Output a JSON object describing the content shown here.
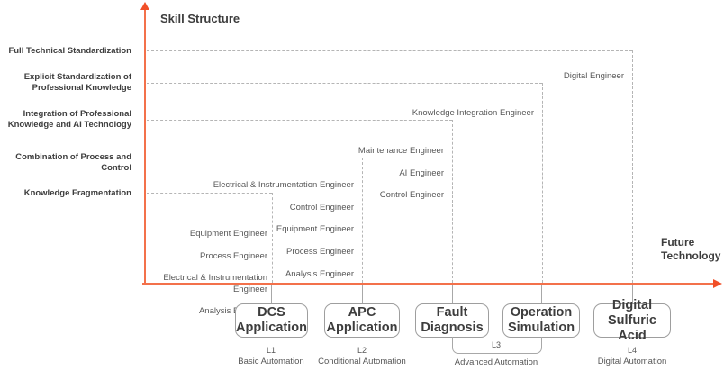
{
  "diagram": {
    "y_axis_title": "Skill Structure",
    "x_axis_title": "Future\nTechnology",
    "skill_levels": [
      {
        "label": "Full Technical Standardization"
      },
      {
        "label": "Explicit Standardization of\nProfessional Knowledge"
      },
      {
        "label": "Integration of Professional\nKnowledge and AI Technology"
      },
      {
        "label": "Combination of Process and Control"
      },
      {
        "label": "Knowledge Fragmentation"
      }
    ],
    "engineer_groups": {
      "dcs": {
        "items": [
          "Equipment Engineer",
          "Process Engineer",
          "Electrical & Instrumentation\nEngineer",
          "Analysis Engineer"
        ]
      },
      "apc": {
        "items": [
          "Electrical & Instrumentation Engineer",
          "Control Engineer",
          "Equipment Engineer",
          "Process Engineer",
          "Analysis Engineer"
        ]
      },
      "fault_diagnosis": {
        "items": [
          "Maintenance Engineer",
          "AI Engineer",
          "Control Engineer"
        ]
      },
      "operation_simulation": {
        "items": [
          "Knowledge Integration Engineer"
        ]
      },
      "digital": {
        "items": [
          "Digital Engineer"
        ]
      }
    },
    "application_boxes": [
      {
        "label": "DCS\nApplication"
      },
      {
        "label": "APC\nApplication"
      },
      {
        "label": "Fault\nDiagnosis"
      },
      {
        "label": "Operation\nSimulation"
      },
      {
        "label": "Digital\nSulfuric Acid"
      }
    ],
    "automation_levels": [
      {
        "tag": "L1",
        "name": "Basic Automation"
      },
      {
        "tag": "L2",
        "name": "Conditional Automation"
      },
      {
        "tag": "L3",
        "name": "Advanced Automation"
      },
      {
        "tag": "L4",
        "name": "Digital Automation"
      }
    ],
    "colors": {
      "axis_line": "#F3714B",
      "axis_arrow": "#F14F28",
      "dashed_line": "#b5b5b5",
      "heading_text": "#3d3d3d",
      "body_text": "#575757",
      "box_border": "#9e9e9e"
    }
  }
}
